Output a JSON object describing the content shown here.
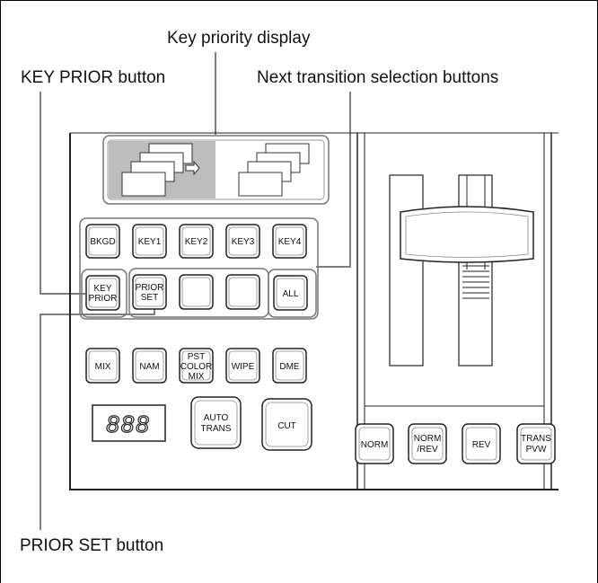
{
  "callouts": {
    "key_priority_display": "Key priority display",
    "key_prior_button": "KEY PRIOR button",
    "next_transition_buttons": "Next transition selection buttons",
    "prior_set_button": "PRIOR SET button"
  },
  "row1": [
    "BKGD",
    "KEY1",
    "KEY2",
    "KEY3",
    "KEY4"
  ],
  "row2": {
    "key_prior": [
      "KEY",
      "PRIOR"
    ],
    "prior_set": [
      "PRIOR",
      "SET"
    ],
    "blank1": "",
    "blank2": "",
    "all": "ALL"
  },
  "row3": {
    "mix": "MIX",
    "nam": "NAM",
    "pst_color_mix": [
      "PST",
      "COLOR",
      "MIX"
    ],
    "wipe": "WIPE",
    "dme": "DME"
  },
  "seven_seg": "888",
  "auto_trans": [
    "AUTO",
    "TRANS"
  ],
  "cut": "CUT",
  "fader_buttons": {
    "norm": "NORM",
    "norm_rev": [
      "NORM",
      "/REV"
    ],
    "rev": "REV",
    "trans_pvw": [
      "TRANS",
      "PVW"
    ]
  }
}
